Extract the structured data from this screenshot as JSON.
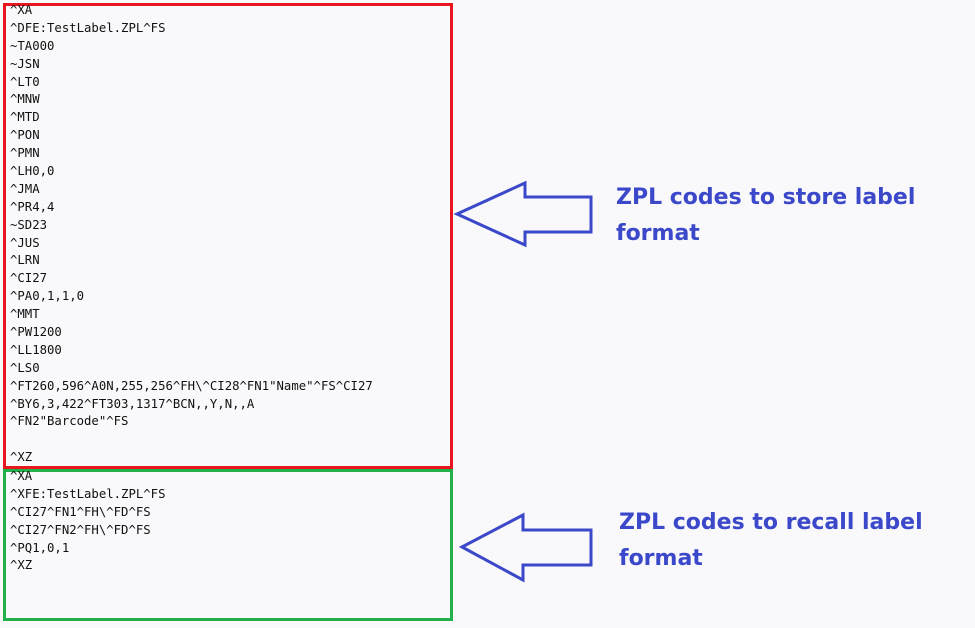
{
  "store_block": {
    "lines": [
      "^XA",
      "^DFE:TestLabel.ZPL^FS",
      "~TA000",
      "~JSN",
      "^LT0",
      "^MNW",
      "^MTD",
      "^PON",
      "^PMN",
      "^LH0,0",
      "^JMA",
      "^PR4,4",
      "~SD23",
      "^JUS",
      "^LRN",
      "^CI27",
      "^PA0,1,1,0",
      "^MMT",
      "^PW1200",
      "^LL1800",
      "^LS0",
      "^FT260,596^A0N,255,256^FH\\^CI28^FN1\"Name\"^FS^CI27",
      "^BY6,3,422^FT303,1317^BCN,,Y,N,,A",
      "^FN2\"Barcode\"^FS",
      "",
      "^XZ"
    ],
    "caption_line1": "ZPL codes to store label",
    "caption_line2": "format",
    "border_color": "#e8161e"
  },
  "recall_block": {
    "lines": [
      "^XA",
      "^XFE:TestLabel.ZPL^FS",
      "^CI27^FN1^FH\\^FD^FS",
      "^CI27^FN2^FH\\^FD^FS",
      "^PQ1,0,1",
      "^XZ"
    ],
    "caption_line1": "ZPL codes to recall label",
    "caption_line2": "format",
    "border_color": "#21b04a"
  },
  "annotation_color": "#3b48c9",
  "icons": [
    "left-arrow-icon",
    "left-arrow-icon"
  ]
}
